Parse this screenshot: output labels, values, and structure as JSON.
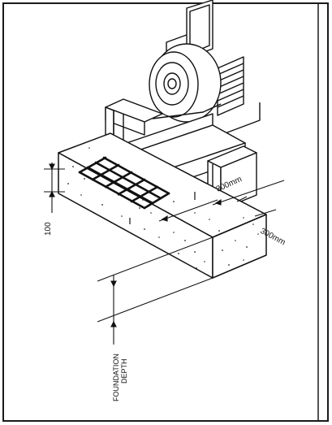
{
  "diagram": {
    "labels": {
      "dim_top": "300mm",
      "dim_side": "300mm",
      "dim_slab": "100",
      "foundation_line1": "FOUNDATION",
      "foundation_line2": "DEPTH"
    },
    "colors": {
      "stroke": "#111111",
      "paper": "#ffffff",
      "border": "#1a1a1a"
    }
  }
}
